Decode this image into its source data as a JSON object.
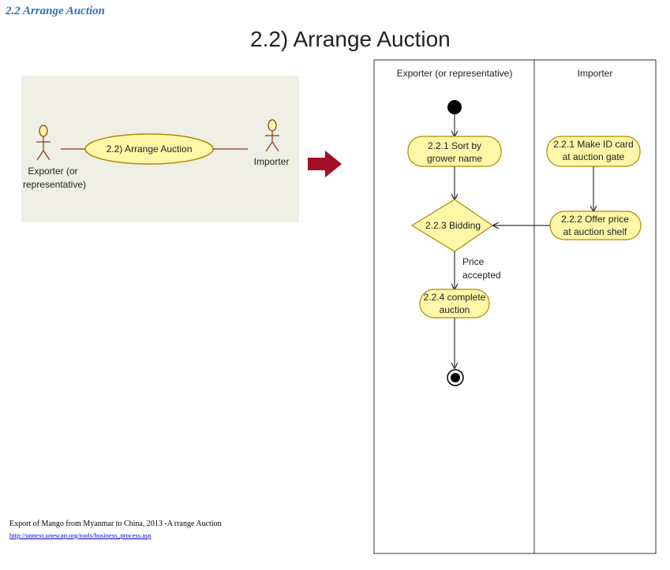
{
  "heading": "2.2 Arrange Auction",
  "slide_title": "2.2) Arrange Auction",
  "use_case": {
    "actor_left": [
      "Exporter (or",
      "representative)"
    ],
    "usecase_label": "2.2) Arrange Auction",
    "actor_right": "Importer"
  },
  "activity": {
    "lane_exporter": "Exporter (or representative)",
    "lane_importer": "Importer",
    "sort": [
      "2.2.1 Sort by",
      "grower name"
    ],
    "make_id": [
      "2.2.1 Make ID card",
      "at auction gate"
    ],
    "offer": [
      "2.2.2 Offer price",
      "at auction shelf"
    ],
    "bidding": "2.2.3 Bidding",
    "guard": [
      "Price",
      "accepted"
    ],
    "complete": [
      "2.2.4 complete",
      "auction"
    ]
  },
  "source": {
    "text": "Export of Mango from Myanmar to China, 2013 -A rrange Auction",
    "link": "http://unnext.unescap.org/tools/business_process.asp"
  },
  "colors": {
    "heading": "#2e74b5",
    "node_fill": "#fff7a8",
    "node_stroke": "#b08a00",
    "actor": "#8b3a1a",
    "arrow": "#a30d27",
    "panel": "#efefe5"
  }
}
